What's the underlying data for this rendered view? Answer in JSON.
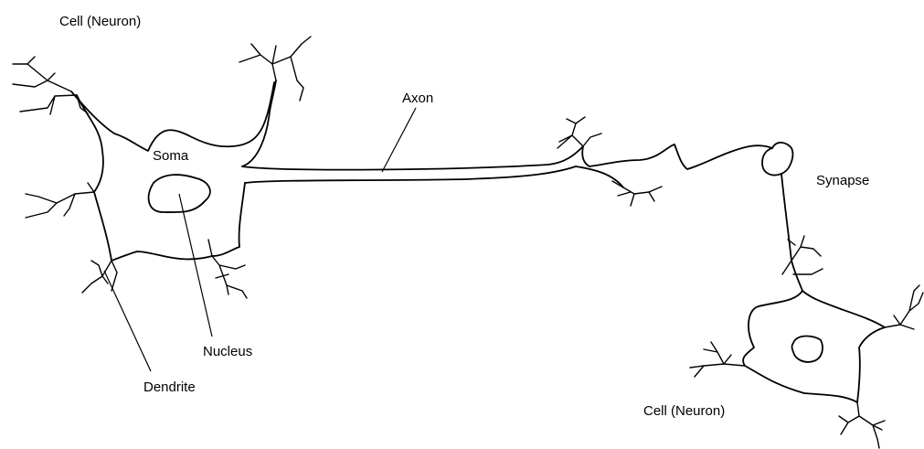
{
  "labels": {
    "cell_top": "Cell (Neuron)",
    "soma": "Soma",
    "axon": "Axon",
    "synapse": "Synapse",
    "nucleus": "Nucleus",
    "dendrite": "Dendrite",
    "cell_bottom": "Cell (Neuron)"
  },
  "colors": {
    "line": "#000000",
    "background": "#ffffff"
  }
}
